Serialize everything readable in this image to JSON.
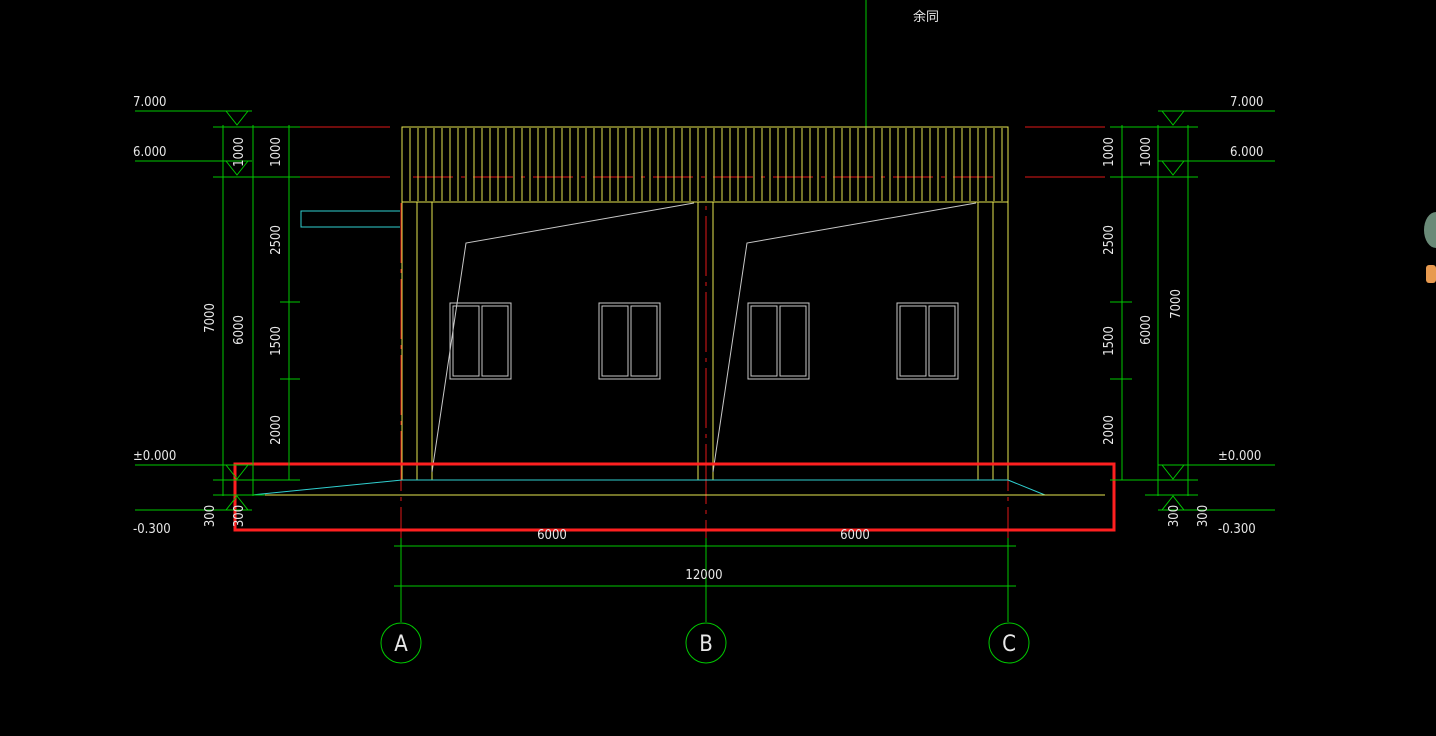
{
  "annotation": {
    "remarks": "余同"
  },
  "levels": {
    "top": "7.000",
    "eave": "6.000",
    "ground": "±0.000",
    "outside": "-0.300"
  },
  "left_dims": {
    "total": "7000",
    "six": "6000",
    "seg_1000": "1000",
    "seg_2500": "2500",
    "seg_1500": "1500",
    "seg_2000": "2000",
    "seg_300_a": "300",
    "seg_300_b": "300"
  },
  "right_dims": {
    "total": "7000",
    "six": "6000",
    "seg_1000_a": "1000",
    "seg_1000_b": "1000",
    "seg_2500": "2500",
    "seg_1500": "1500",
    "seg_2000": "2000",
    "seg_300_a": "300",
    "seg_300_b": "300"
  },
  "bottom_dims": {
    "bay1": "6000",
    "bay2": "6000",
    "total": "12000"
  },
  "grid_axes": [
    "A",
    "B",
    "C"
  ],
  "colors": {
    "background": "#000000",
    "dimension": "#00c800",
    "outline": "#e6e650",
    "axis": "#e01818",
    "highlight": "#ff2020",
    "ground": "#30d0d0"
  }
}
